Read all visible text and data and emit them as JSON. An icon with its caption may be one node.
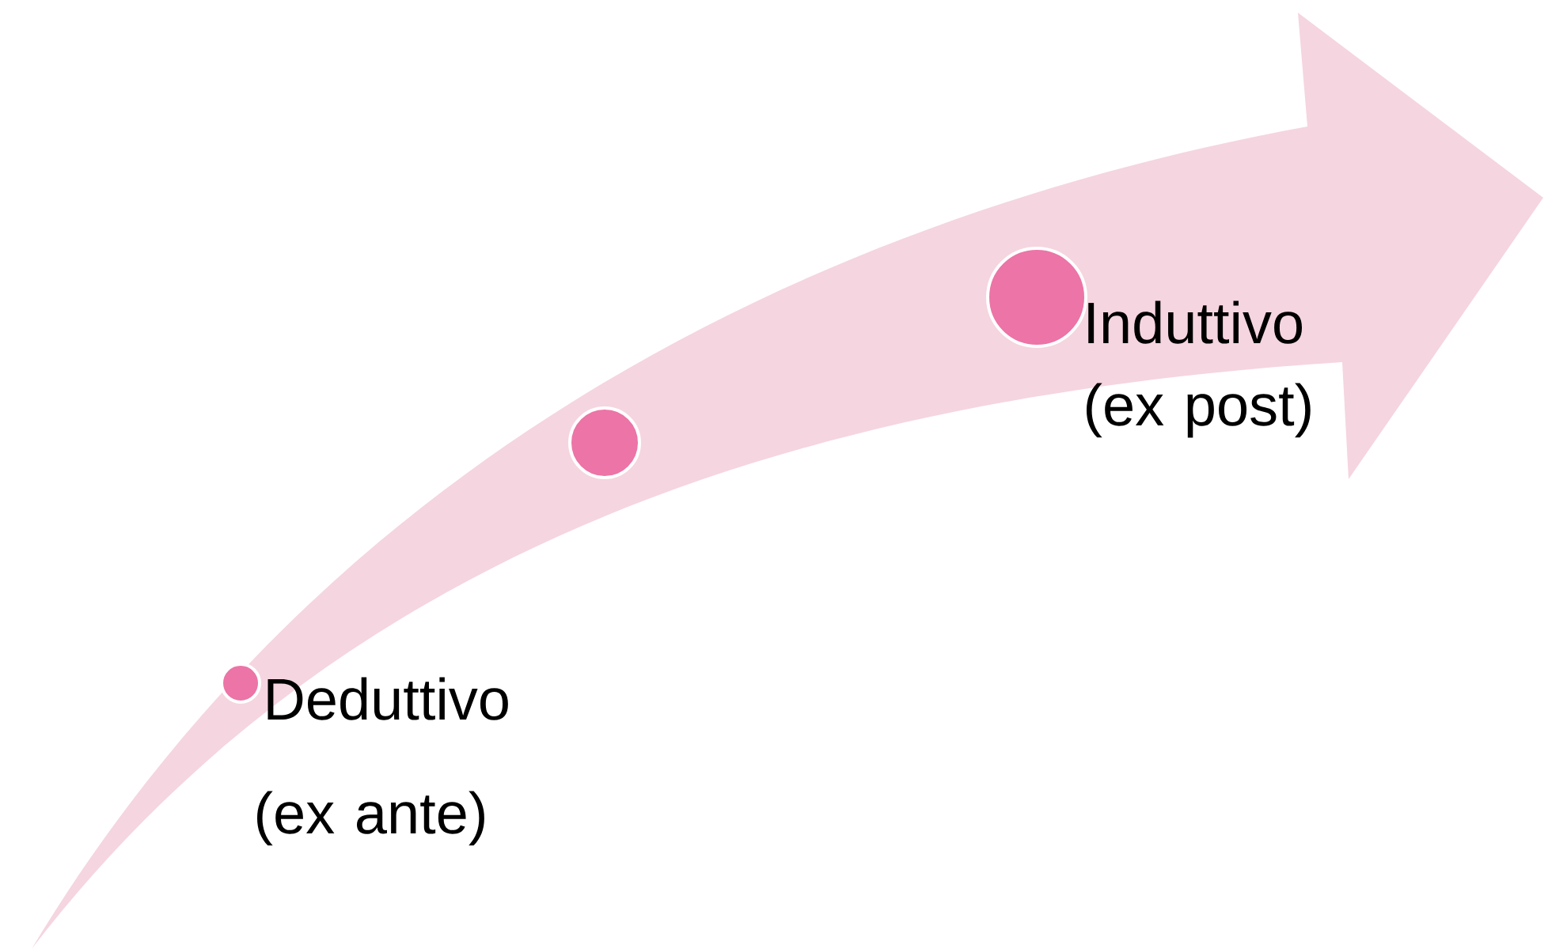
{
  "diagram": {
    "nodes": [
      {
        "text": [],
        "shape": "circle",
        "beside": [
          "Deduttivo",
          "(ex ante)"
        ]
      },
      {
        "text": [],
        "shape": "circle"
      },
      {
        "text": [],
        "shape": "circle",
        "beside": [
          "Induttivo (ex post)"
        ]
      }
    ]
  }
}
